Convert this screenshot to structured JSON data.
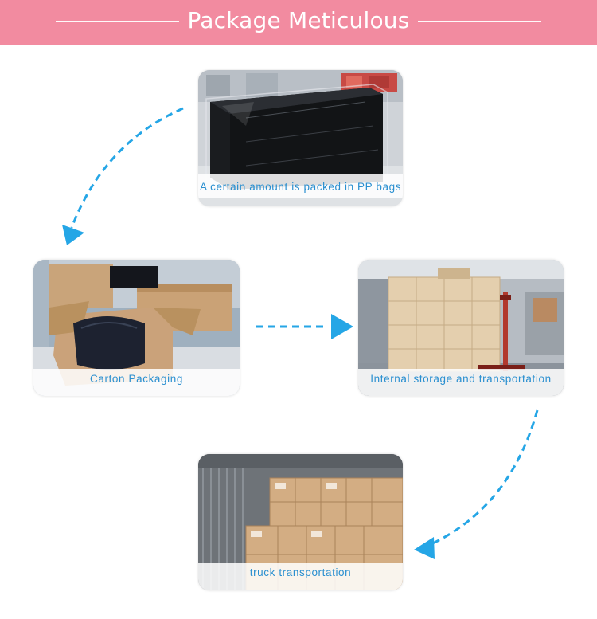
{
  "header": {
    "title": "Package Meticulous"
  },
  "steps": [
    {
      "caption": "A certain amount is packed in PP bags"
    },
    {
      "caption": "Carton Packaging"
    },
    {
      "caption": "Internal storage and transportation"
    },
    {
      "caption": "truck transportation"
    }
  ],
  "colors": {
    "header_bg": "#f28ba0",
    "caption_text": "#2a8fd0",
    "arrow": "#25a6e6"
  }
}
